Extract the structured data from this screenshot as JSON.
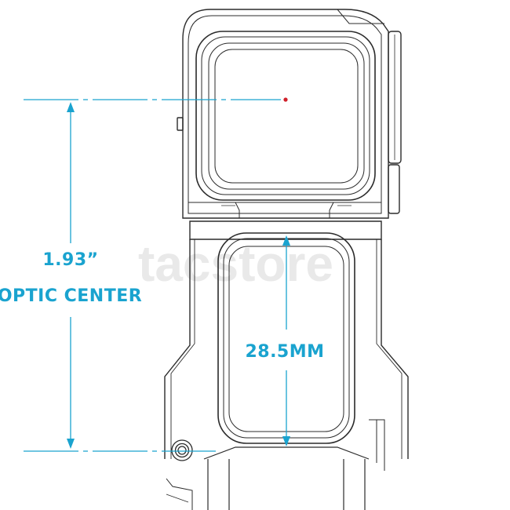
{
  "colors": {
    "line": "#2b2b2b",
    "dimension": "#1aa3cf",
    "reticle": "#d0202a",
    "watermark_main": "#e9e9e9",
    "watermark_accent": "#f3e3cc"
  },
  "watermark": {
    "text": "tacstore",
    "accent_glyph": "t"
  },
  "dimensions": {
    "optic_height_value": "1.93”",
    "optic_height_label": "OPTIC CENTER",
    "window_width": "28.5MM"
  },
  "icons": {
    "reticle": "red-dot-icon",
    "screw": "screw-icon"
  }
}
